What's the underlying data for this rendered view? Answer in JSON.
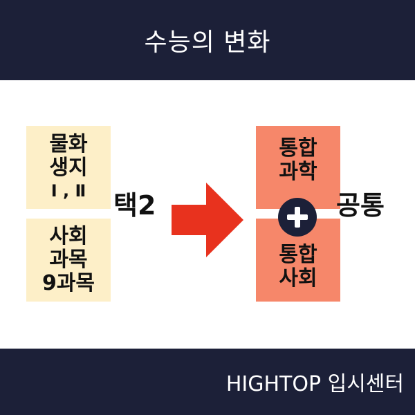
{
  "header": {
    "title": "수능의 변화"
  },
  "left": {
    "box1": {
      "line1": "물화",
      "line2": "생지",
      "line3": "Ⅰ , Ⅱ"
    },
    "box2": {
      "line1": "사회",
      "line2": "과목",
      "line3": "9과목"
    },
    "label": "택2"
  },
  "right": {
    "box1": {
      "line1": "통합",
      "line2": "과학"
    },
    "box2": {
      "line1": "통합",
      "line2": "사회"
    },
    "label": "공통"
  },
  "footer": {
    "text": "HIGHTOP 입시센터"
  },
  "colors": {
    "navy": "#1c2038",
    "yellow_box": "#fdefc8",
    "salmon_box": "#f6876a",
    "arrow": "#e8321e"
  },
  "icons": {
    "arrow": "right-arrow-icon",
    "plus": "plus-icon"
  }
}
